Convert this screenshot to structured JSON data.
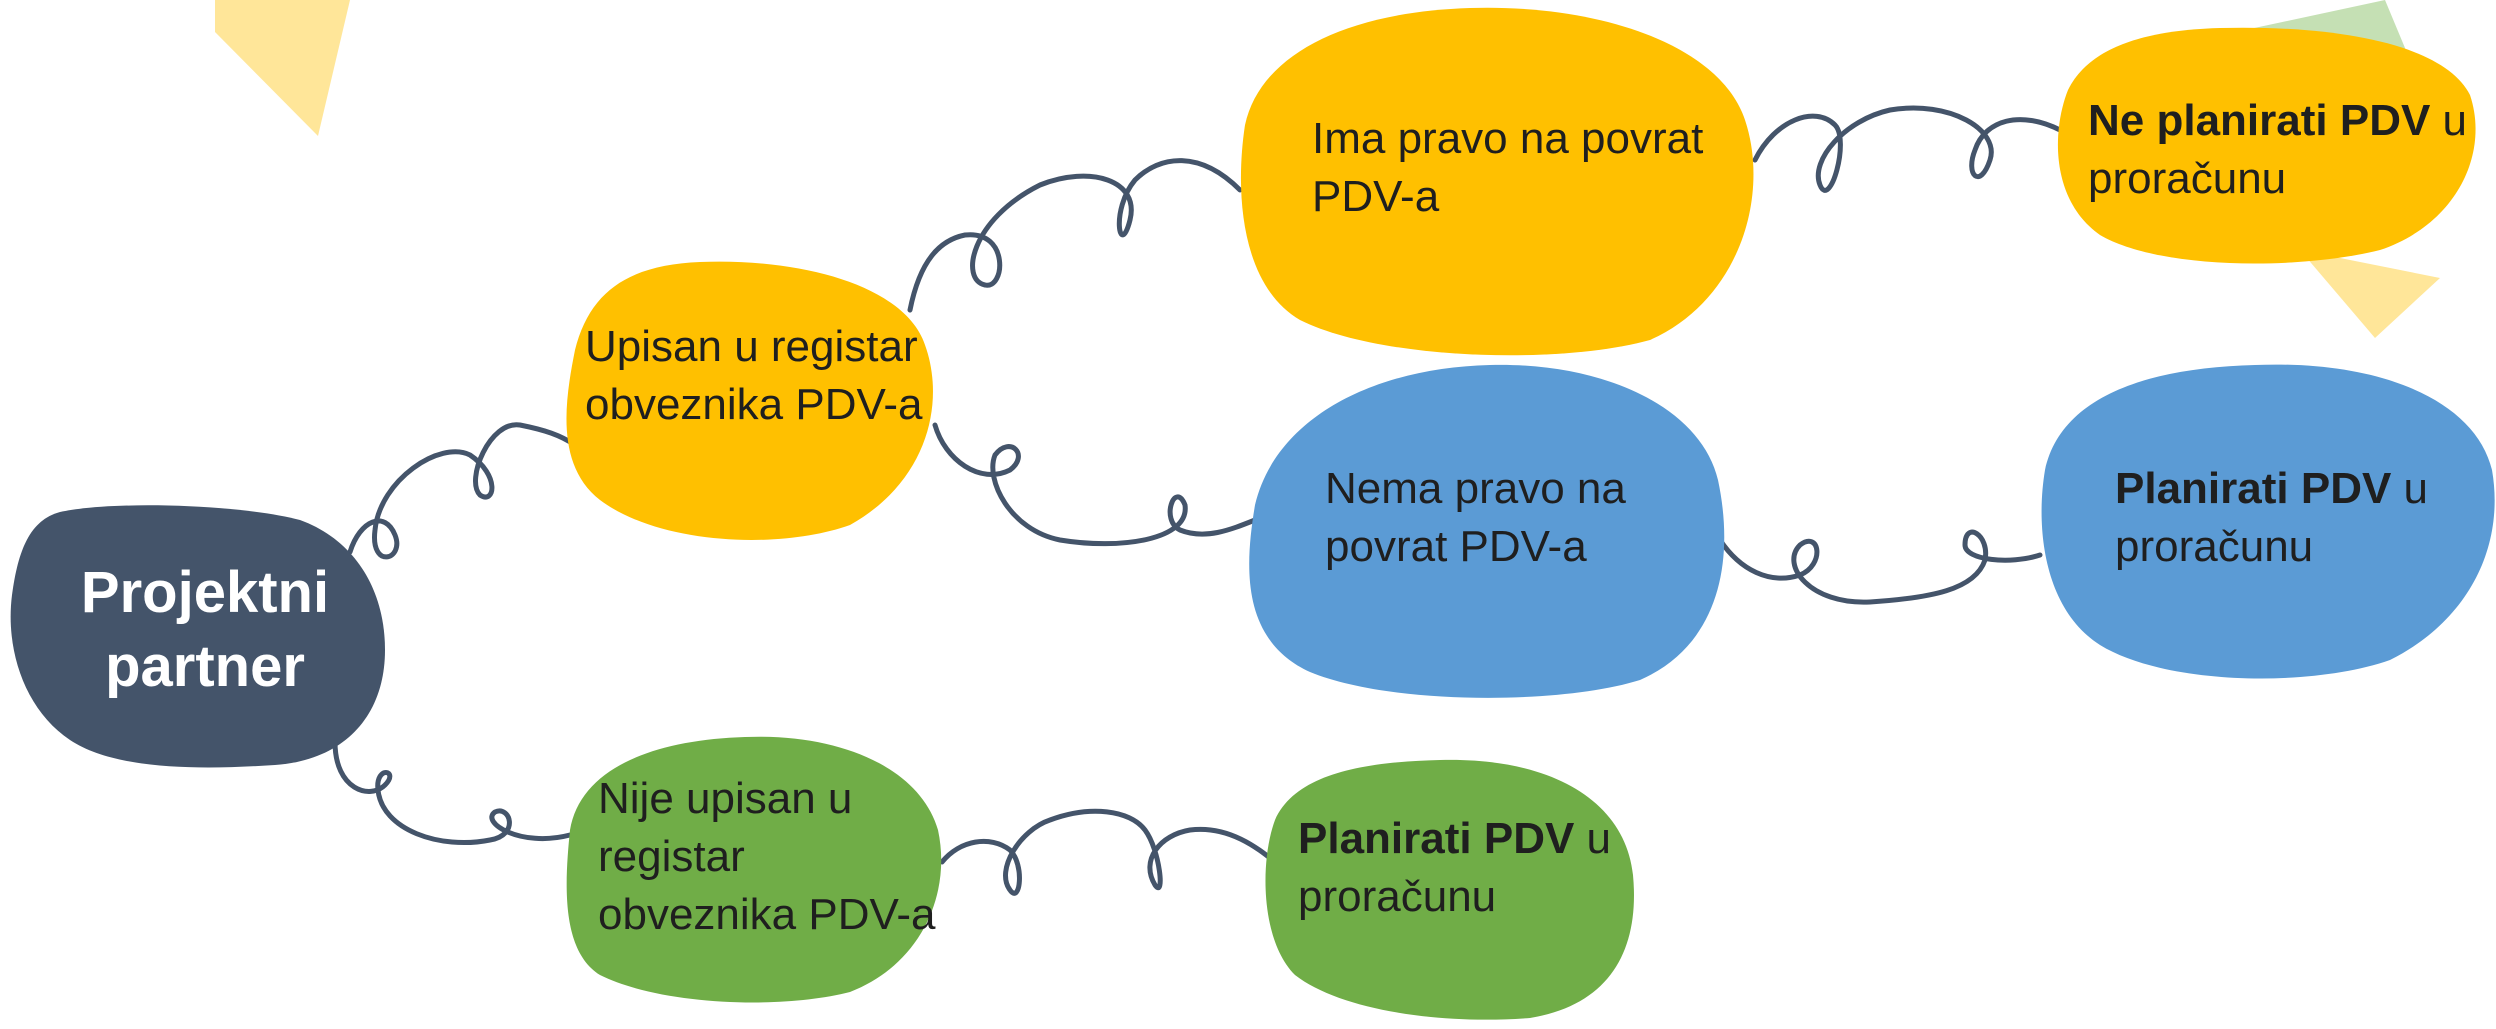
{
  "colors": {
    "root": "#44546A",
    "yellow": "#FFC000",
    "blue": "#5B9BD5",
    "green": "#70AD47",
    "connector": "#44546A",
    "deco_yellow": "#FFE699",
    "deco_green": "#C5E0B4"
  },
  "root": {
    "line1": "Projektni",
    "line2": "partner"
  },
  "nodes": {
    "upisan": {
      "text": "Upisan u registar obveznika PDV-a"
    },
    "nije_upisan": {
      "text": "Nije upisan u registar obveznika PDV-a"
    },
    "ima_pravo": {
      "text": "Ima pravo na povrat PDV-a"
    },
    "nema_pravo": {
      "text": "Nema pravo na povrat PDV-a"
    },
    "ne_planirati": {
      "bold": "Ne planirati PDV",
      "rest": " u proračunu"
    },
    "planirati_blue": {
      "bold": "Planirati PDV",
      "rest": " u proračunu"
    },
    "planirati_green": {
      "bold": "Planirati PDV",
      "rest": " u proračunu"
    }
  }
}
